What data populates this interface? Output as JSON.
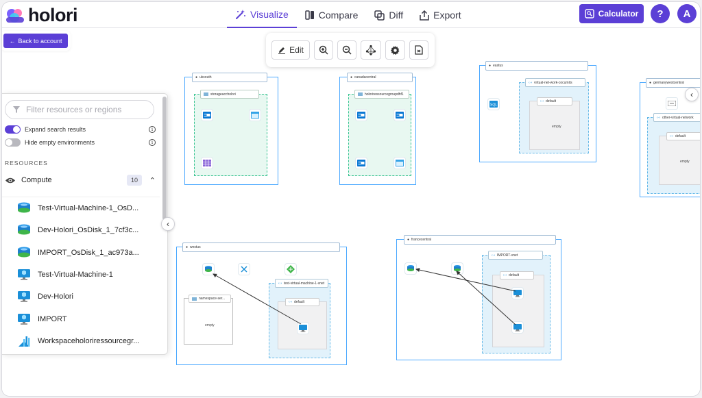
{
  "app": {
    "logo_text": "holori"
  },
  "nav": {
    "tabs": [
      {
        "label": "Visualize",
        "icon": "magic-wand-icon",
        "active": true
      },
      {
        "label": "Compare",
        "icon": "compare-icon",
        "active": false
      },
      {
        "label": "Diff",
        "icon": "diff-icon",
        "active": false
      },
      {
        "label": "Export",
        "icon": "export-icon",
        "active": false
      }
    ]
  },
  "header": {
    "calculator_label": "Calculator",
    "help_label": "?",
    "avatar_initial": "A",
    "accent_color": "#5b3fd6"
  },
  "canvas": {
    "back_label": "Back to account",
    "toolbar": {
      "edit_label": "Edit"
    },
    "regions": [
      {
        "name": "uksouth",
        "groups": [
          {
            "name": "storageaccholori"
          }
        ]
      },
      {
        "name": "canadacentral",
        "groups": [
          {
            "name": "holoriressourcegroupdhf1"
          }
        ]
      },
      {
        "name": "eastus",
        "vnets": [
          {
            "name": "virtual-net-work-cocumits",
            "subnets": [
              {
                "name": "default",
                "status": "empty"
              }
            ]
          }
        ]
      },
      {
        "name": "germanywestcentral",
        "vnets": [
          {
            "name": "other-virtual-network",
            "subnets": [
              {
                "name": "default",
                "status": "empty"
              }
            ]
          }
        ]
      },
      {
        "name": "westus",
        "namespace": {
          "name": "namespace-ser...",
          "status": "empty"
        },
        "vnets": [
          {
            "name": "test-virtual-machine-1-vnet",
            "subnets": [
              {
                "name": "default"
              }
            ]
          }
        ]
      },
      {
        "name": "francecentral",
        "vnets": [
          {
            "name": "IMPORT-vnet",
            "subnets": [
              {
                "name": "default"
              }
            ]
          }
        ]
      }
    ]
  },
  "sidebar": {
    "search_placeholder": "Filter resources or regions",
    "expand_label": "Expand search results",
    "expand_on": true,
    "hide_empty_label": "Hide empty environments",
    "hide_empty_on": false,
    "section_title": "RESOURCES",
    "compute": {
      "label": "Compute",
      "count": "10"
    },
    "items": [
      {
        "label": "Test-Virtual-Machine-1_OsD...",
        "icon": "disk-icon"
      },
      {
        "label": "Dev-Holori_OsDisk_1_7cf3c...",
        "icon": "disk-icon"
      },
      {
        "label": "IMPORT_OsDisk_1_ac973a...",
        "icon": "disk-icon"
      },
      {
        "label": "Test-Virtual-Machine-1",
        "icon": "vm-icon"
      },
      {
        "label": "Dev-Holori",
        "icon": "vm-icon"
      },
      {
        "label": "IMPORT",
        "icon": "vm-icon"
      },
      {
        "label": "Workspaceholoriressourcegr...",
        "icon": "workspace-icon"
      }
    ]
  }
}
